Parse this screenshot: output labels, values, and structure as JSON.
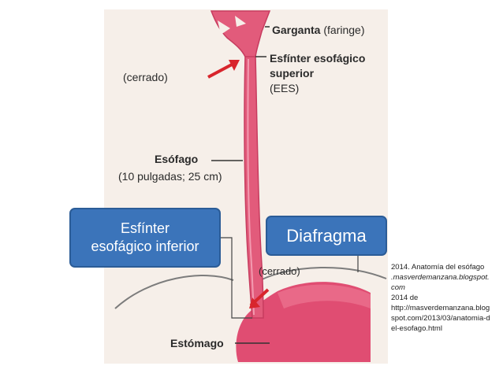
{
  "labels": {
    "throat": {
      "bold": "Garganta",
      "rest": "(faringe)"
    },
    "ues": {
      "line1": "Esfínter esofágico",
      "line2": "superior",
      "line3": "(EES)"
    },
    "closed_top": "(cerrado)",
    "esophagus": {
      "title": "Esófago",
      "detail": "(10 pulgadas; 25 cm)"
    },
    "closed_bottom": "(cerrado)",
    "stomach": "Estómago"
  },
  "callouts": {
    "les": {
      "line1": "Esfínter",
      "line2": "esofágico inferior"
    },
    "diaphragm": "Diafragma"
  },
  "citation": {
    "line1": "2014. Anatomía del esófago",
    "line2": ".masverdemanzana.blogspot.com",
    "line3": "2014 de",
    "line4": "http://masverdemanzana.blogspot.com/2013/03/anatomia-del-esofago.html"
  },
  "colors": {
    "tissue": "#e25b7b",
    "tissue_dark": "#c73c5f",
    "arrow": "#d8252c",
    "callout": "#3b74ba"
  }
}
